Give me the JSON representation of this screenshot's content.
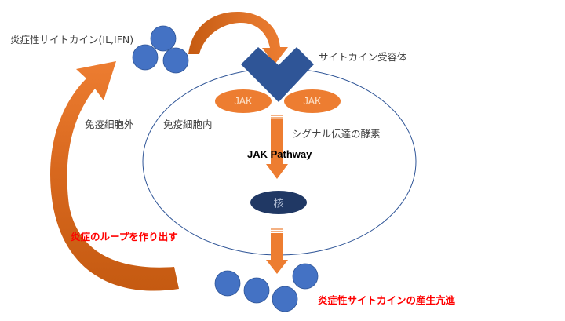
{
  "diagram": {
    "title": "JAK Pathway",
    "labels": {
      "inflammatory_cytokines": "炎症性サイトカイン(IL,IFN)",
      "cytokine_receptor": "サイトカイン受容体",
      "outside_immune_cell": "免疫細胞外",
      "inside_immune_cell": "免疫細胞内",
      "signal_enzyme": "シグナル伝達の酵素",
      "pathway": "JAK Pathway",
      "nucleus": "核",
      "jak_left": "JAK",
      "jak_right": "JAK",
      "loop": "炎症のループを作り出す",
      "increased_production": "炎症性サイトカインの産生亢進"
    },
    "colors": {
      "cytokine_blue": "#4472c4",
      "receptor_blue": "#2f5597",
      "nucleus_navy": "#203864",
      "arrow_orange": "#ed7d31",
      "arrow_dark_orange": "#c55a11",
      "membrane_line": "#2f5597",
      "emphasis_red": "#ff0000",
      "text_gray": "#404040"
    }
  }
}
